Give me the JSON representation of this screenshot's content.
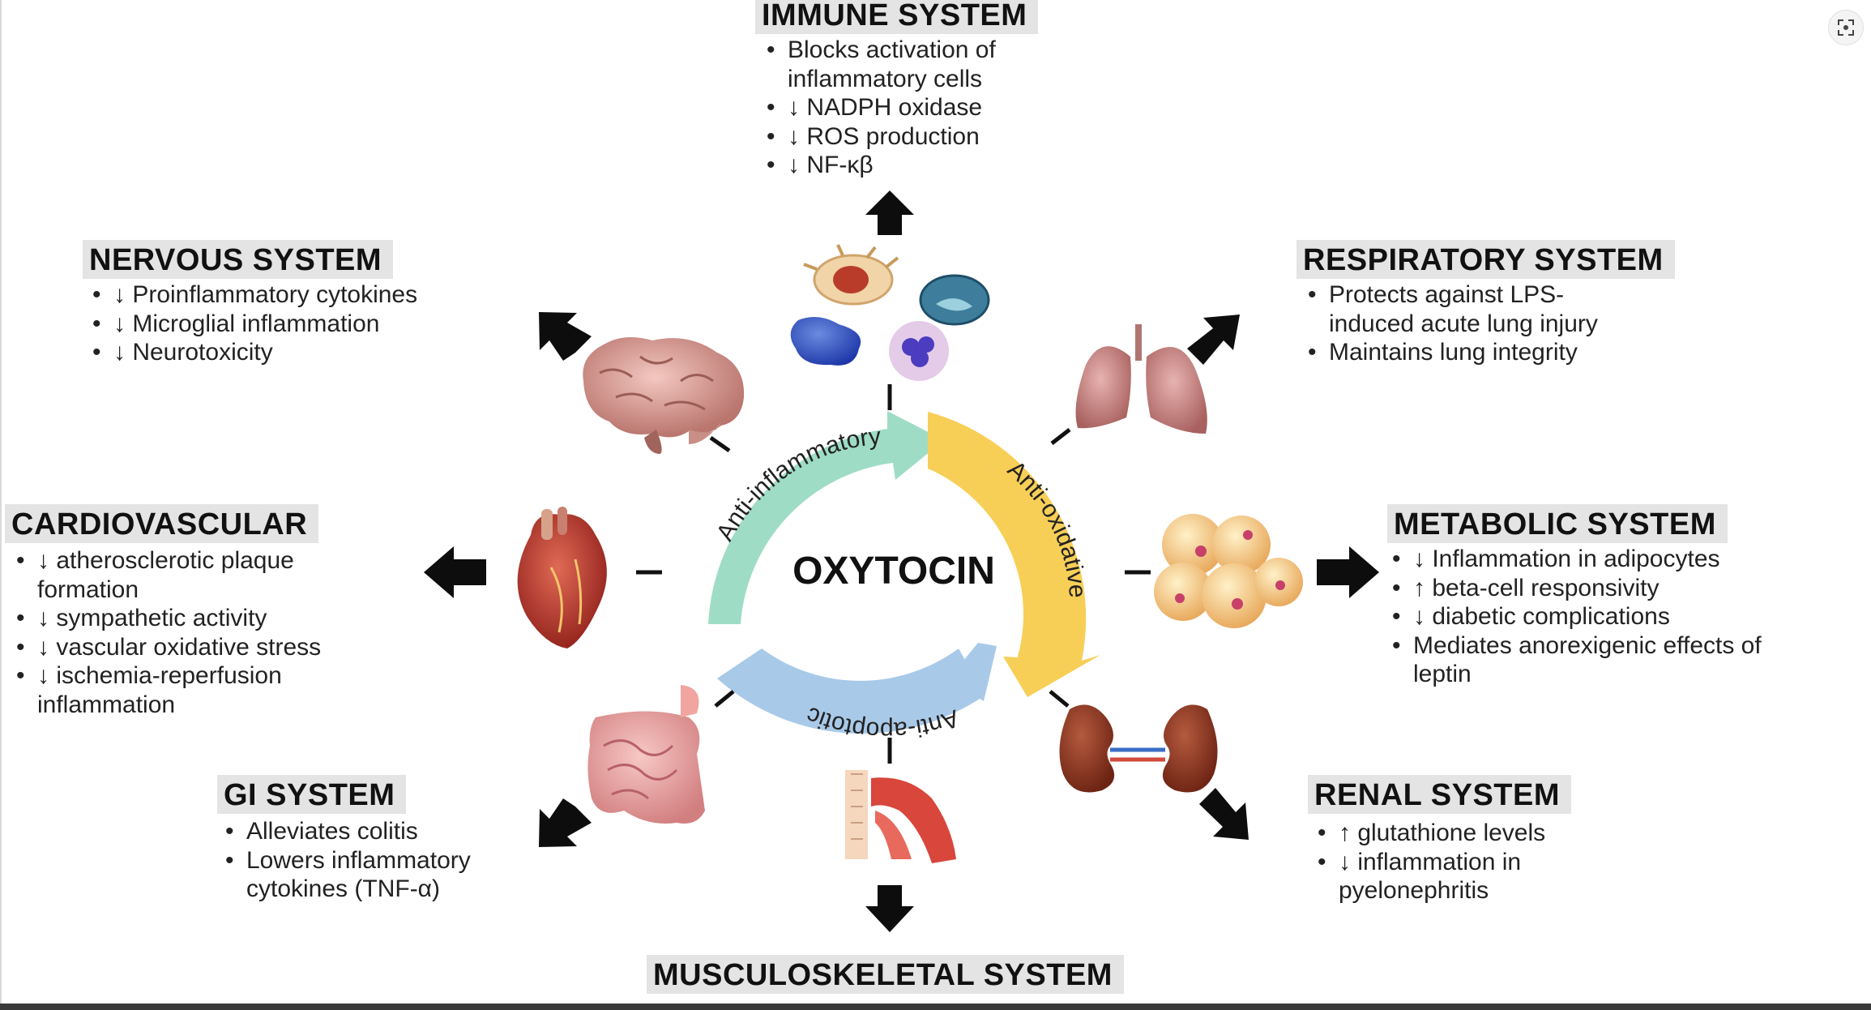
{
  "center": {
    "title": "OXYTOCIN",
    "ring_labels": [
      "Anti-inflammatory",
      "Anti-oxidative",
      "Anti-apoptotic"
    ]
  },
  "immune": {
    "heading": "IMMUNE SYSTEM",
    "items": [
      "Blocks activation of",
      "inflammatory cells",
      "↓ NADPH oxidase",
      "↓ ROS production",
      "↓ NF-κβ"
    ]
  },
  "nervous": {
    "heading": "NERVOUS SYSTEM",
    "items": [
      "↓ Proinflammatory cytokines",
      "↓ Microglial inflammation",
      "↓ Neurotoxicity"
    ]
  },
  "respiratory": {
    "heading": "RESPIRATORY SYSTEM",
    "items": [
      "Protects against LPS-",
      "induced acute lung injury",
      "Maintains lung integrity"
    ]
  },
  "cardiovascular": {
    "heading": "CARDIOVASCULAR",
    "items": [
      "↓ atherosclerotic plaque",
      "formation",
      "↓ sympathetic activity",
      "↓ vascular oxidative stress",
      "↓ ischemia-reperfusion",
      "inflammation"
    ]
  },
  "metabolic": {
    "heading": "METABOLIC SYSTEM",
    "items": [
      "↓ Inflammation in adipocytes",
      "↑ beta-cell responsivity",
      "↓ diabetic complications",
      "Mediates anorexigenic effects of",
      "leptin"
    ]
  },
  "gi": {
    "heading": "GI SYSTEM",
    "items": [
      "Alleviates colitis",
      "Lowers inflammatory",
      "cytokines  (TNF-α)"
    ]
  },
  "renal": {
    "heading": "RENAL SYSTEM",
    "items": [
      "↑ glutathione levels",
      "↓ inflammation in",
      "pyelonephritis"
    ]
  },
  "musculoskeletal": {
    "heading": "MUSCULOSKELETAL SYSTEM"
  },
  "icons": [
    "brain-icon",
    "immune-cells-icon",
    "lungs-icon",
    "heart-icon",
    "adipocytes-icon",
    "intestine-icon",
    "muscle-icon",
    "kidneys-icon",
    "expand-icon"
  ],
  "colors": {
    "anti_inflammatory_arrow": "#9fdcc6",
    "anti_oxidative_arrow": "#f7cf57",
    "anti_apoptotic_arrow": "#a9c9e8",
    "heading_background": "#e4e4e4"
  }
}
